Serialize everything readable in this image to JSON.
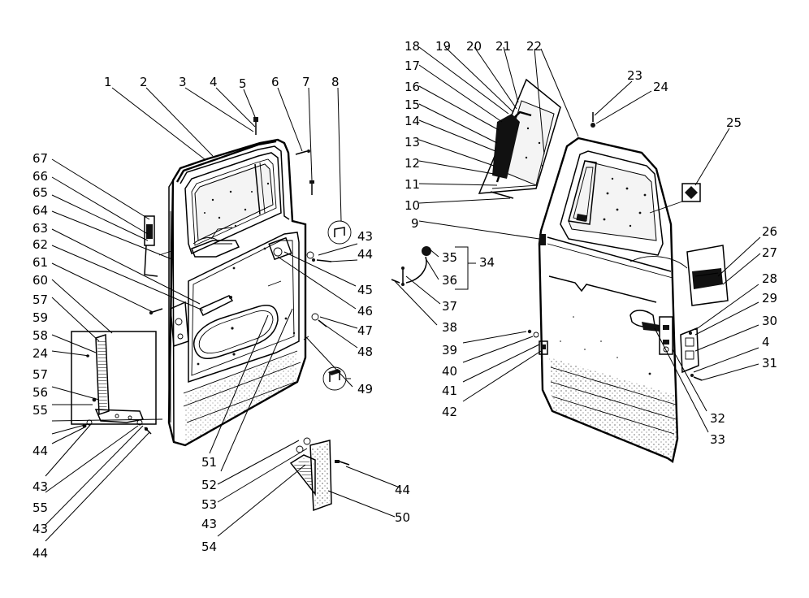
{
  "labels": [
    "1",
    "2",
    "3",
    "4",
    "5",
    "6",
    "7",
    "8",
    "9",
    "10",
    "11",
    "12",
    "13",
    "14",
    "15",
    "16",
    "17",
    "18",
    "19",
    "20",
    "21",
    "22",
    "23",
    "24",
    "25",
    "26",
    "27",
    "28",
    "29",
    "30",
    "31",
    "32",
    "33",
    "34",
    "35",
    "36",
    "37",
    "38",
    "39",
    "40",
    "41",
    "42",
    "43",
    "44",
    "45",
    "46",
    "47",
    "48",
    "49",
    "50",
    "51",
    "52",
    "53",
    "54",
    "55",
    "56",
    "57",
    "58",
    "59",
    "60",
    "61",
    "62",
    "63",
    "64",
    "65",
    "66",
    "67"
  ],
  "repeat_labels": [
    "4",
    "24",
    "24",
    "43",
    "43",
    "43",
    "43",
    "43",
    "44",
    "44",
    "44",
    "44",
    "55",
    "57"
  ]
}
